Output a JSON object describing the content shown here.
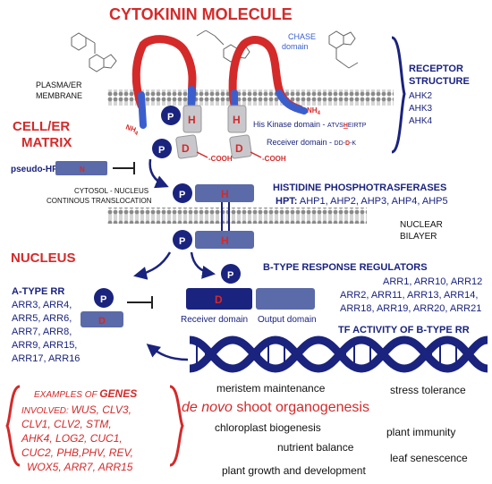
{
  "title": "CYTOKININ MOLECULE",
  "chase_domain": {
    "line1": "CHASE",
    "line2": "domain"
  },
  "plasma_membrane": {
    "line1": "PLASMA/ER",
    "line2": "MEMBRANE"
  },
  "receptor_structure": {
    "line1": "RECEPTOR",
    "line2": "STRUCTURE",
    "items": [
      "AHK2",
      "AHK3",
      "AHK4"
    ]
  },
  "cell_er_matrix": {
    "line1": "CELL/ER",
    "line2": "MATRIX"
  },
  "nh4": "NH",
  "nh4_sub": "4",
  "his_kinase": {
    "label": "His Kinase domain - ",
    "motif_a": "ATVS",
    "motif_h": "H",
    "motif_b": "EIRTP"
  },
  "receiver_motif": {
    "label": "Receiver domain - ",
    "a": "DD-",
    "d": "D",
    "b": "-K"
  },
  "cooh": "COOH",
  "letters": {
    "p": "P",
    "h": "H",
    "d": "D",
    "n": "N"
  },
  "pseudo_hpt": "pseudo-HPT",
  "cytosol": {
    "line1": "CYTOSOL - NUCLEUS",
    "line2": "CONTINOUS TRANSLOCATION"
  },
  "hpt": {
    "title": "HISTIDINE PHOSPHOTRASFERASES",
    "prefix": "HPT:",
    "items": "AHP1, AHP2, AHP3, AHP4, AHP5"
  },
  "nuclear_bilayer": {
    "line1": "NUCLEAR",
    "line2": "BILAYER"
  },
  "nucleus": "NUCLEUS",
  "b_type": {
    "title": "B-TYPE RESPONSE REGULATORS",
    "lines": [
      "ARR1, ARR10, ARR12",
      "ARR2, ARR11, ARR13, ARR14,",
      "ARR18, ARR19, ARR20, ARR21"
    ]
  },
  "a_type": {
    "title": "A-TYPE RR",
    "lines": [
      "ARR3, ARR4,",
      "ARR5, ARR6,",
      "ARR7, ARR8,",
      "ARR9, ARR15,",
      "ARR17, ARR16"
    ]
  },
  "domains": {
    "receiver": "Receiver domain",
    "output": "Output domain"
  },
  "tf_activity": "TF ACTIVITY OF B-TYPE RR",
  "genes": {
    "examples": "EXAMPLES OF ",
    "genes_word": "GENES",
    "involved": "INVOLVED: ",
    "lines": [
      "WUS, CLV3,",
      "CLV1, CLV2, STM,",
      "AHK4, LOG2, CUC1,",
      "CUC2, PHB,PHV, REV,",
      "WOX5, ARR7, ARR15"
    ]
  },
  "processes": {
    "meristem": "meristem maintenance",
    "stress": "stress tolerance",
    "de_novo_italic": "de novo",
    "de_novo_rest": " shoot organogenesis",
    "chloroplast": "chloroplast biogenesis",
    "immunity": "plant immunity",
    "nutrient": "nutrient balance",
    "senescence": "leaf senescence",
    "growth": "plant growth and development"
  },
  "colors": {
    "red": "#d42a2a",
    "navy": "#1a237e",
    "blue": "#3a5fcd",
    "gray_box": "#c8c8cc"
  }
}
